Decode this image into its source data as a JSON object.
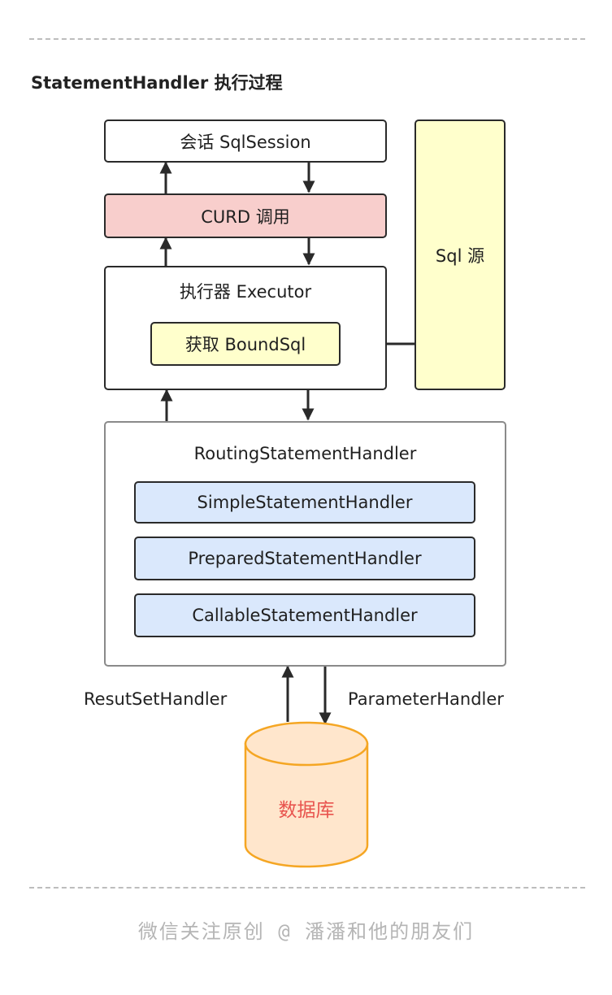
{
  "title": "StatementHandler 执行过程",
  "nodes": {
    "session": "会话 SqlSession",
    "curd": "CURD 调用",
    "executor": "执行器 Executor",
    "boundsql": "获取 BoundSql",
    "sqlsource": "Sql 源",
    "routing": "RoutingStatementHandler",
    "simple": "SimpleStatementHandler",
    "prepared": "PreparedStatementHandler",
    "callable": "CallableStatementHandler",
    "database": "数据库"
  },
  "edge_labels": {
    "resultset": "ResutSetHandler",
    "parameter": "ParameterHandler"
  },
  "footer": "微信关注原创 @ 潘潘和他的朋友们",
  "colors": {
    "curd_fill": "#f8cecc",
    "boundsql_fill": "#ffffcc",
    "sqlsource_fill": "#ffffcc",
    "handler_fill": "#dae8fc",
    "database_fill": "#ffe6cc",
    "database_stroke": "#f5a623",
    "database_text": "#e8544e"
  }
}
